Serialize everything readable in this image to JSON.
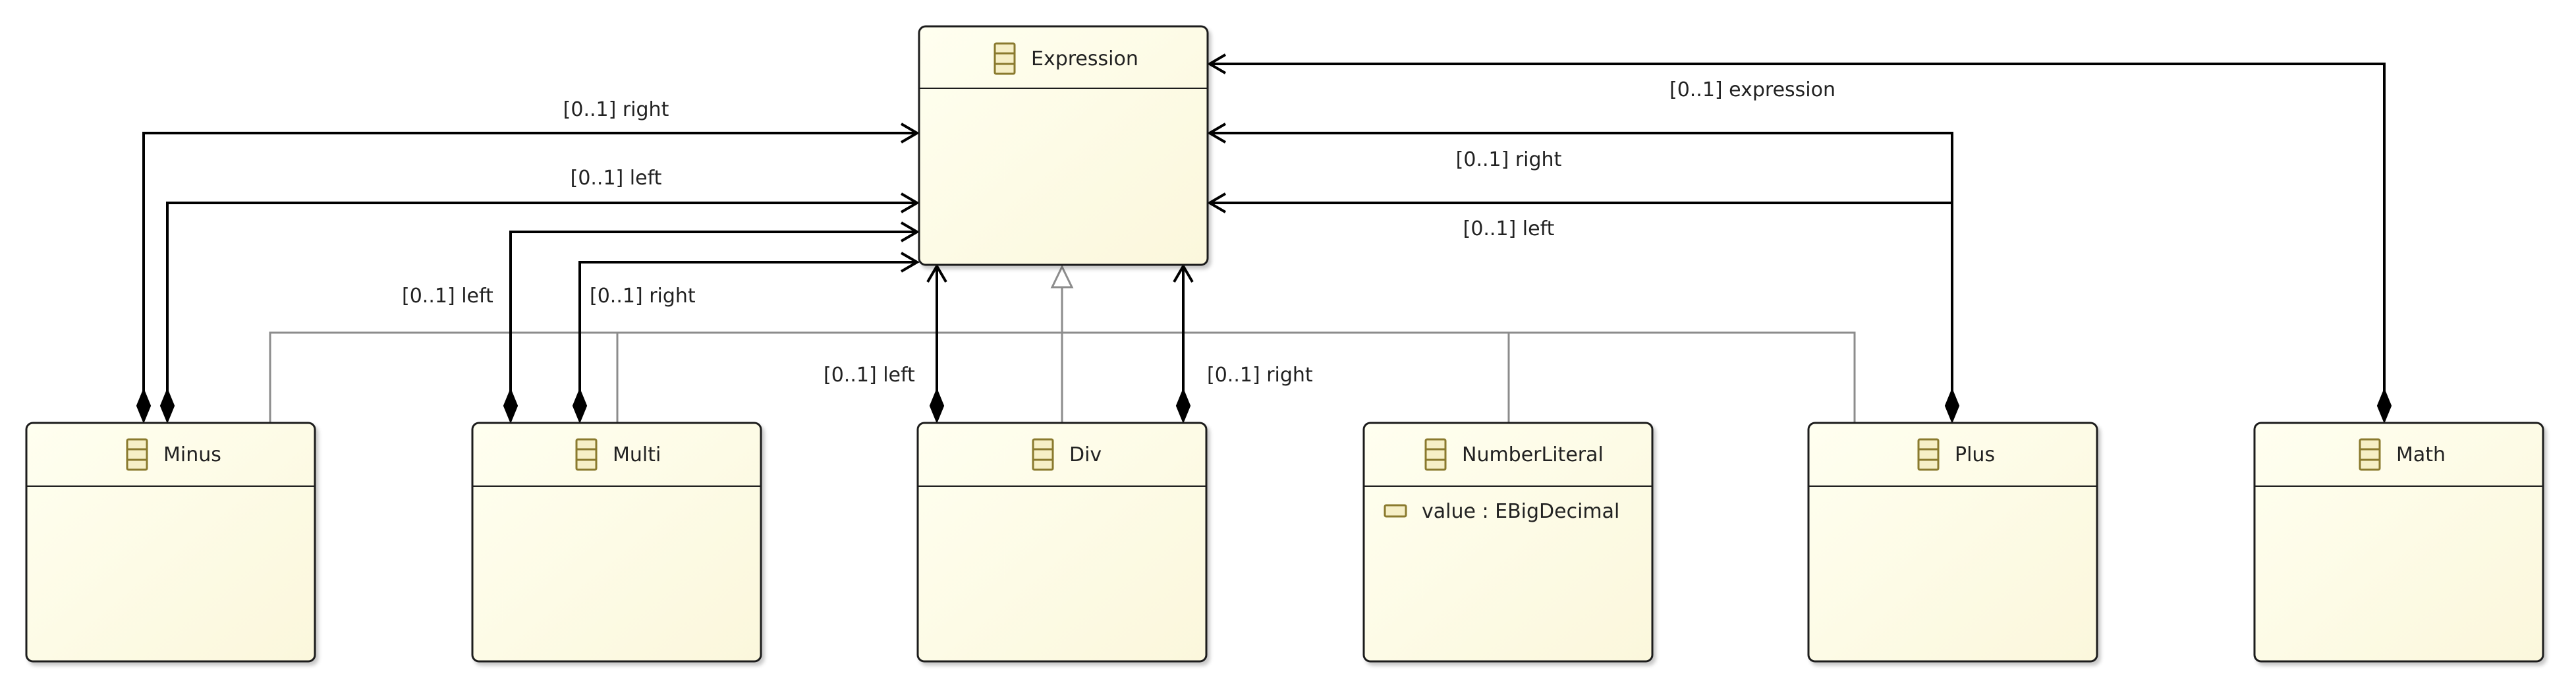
{
  "colors": {
    "class_fill_top": "#fffff0",
    "class_fill_bottom": "#fbf7dc",
    "class_border": "#1c1c1c",
    "association": "#000000",
    "inheritance": "#8c8c8c",
    "icon": "#8a7a2e"
  },
  "classes": [
    {
      "id": "expression",
      "name": "Expression",
      "attributes": []
    },
    {
      "id": "minus",
      "name": "Minus",
      "attributes": []
    },
    {
      "id": "multi",
      "name": "Multi",
      "attributes": []
    },
    {
      "id": "div",
      "name": "Div",
      "attributes": []
    },
    {
      "id": "numberliteral",
      "name": "NumberLiteral",
      "attributes": [
        "value : EBigDecimal"
      ]
    },
    {
      "id": "plus",
      "name": "Plus",
      "attributes": []
    },
    {
      "id": "math",
      "name": "Math",
      "attributes": []
    }
  ],
  "associations": [
    {
      "id": "minus-right",
      "source": "Minus",
      "target": "Expression",
      "label": "[0..1] right"
    },
    {
      "id": "minus-left",
      "source": "Minus",
      "target": "Expression",
      "label": "[0..1] left"
    },
    {
      "id": "multi-left",
      "source": "Multi",
      "target": "Expression",
      "label": "[0..1] left"
    },
    {
      "id": "multi-right",
      "source": "Multi",
      "target": "Expression",
      "label": "[0..1] right"
    },
    {
      "id": "div-left",
      "source": "Div",
      "target": "Expression",
      "label": "[0..1] left"
    },
    {
      "id": "div-right",
      "source": "Div",
      "target": "Expression",
      "label": "[0..1] right"
    },
    {
      "id": "math-expression",
      "source": "Math",
      "target": "Expression",
      "label": "[0..1] expression"
    },
    {
      "id": "plus-right",
      "source": "Plus",
      "target": "Expression",
      "label": "[0..1] right"
    },
    {
      "id": "plus-left",
      "source": "Plus",
      "target": "Expression",
      "label": "[0..1] left"
    }
  ],
  "generalizations": [
    {
      "child": "Minus",
      "parent": "Expression"
    },
    {
      "child": "Multi",
      "parent": "Expression"
    },
    {
      "child": "Div",
      "parent": "Expression"
    },
    {
      "child": "NumberLiteral",
      "parent": "Expression"
    },
    {
      "child": "Plus",
      "parent": "Expression"
    }
  ]
}
